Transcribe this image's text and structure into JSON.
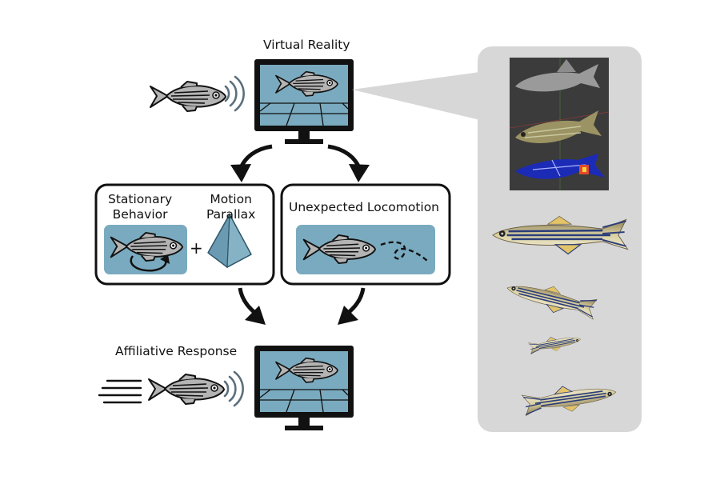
{
  "labels": {
    "virtual_reality": "Virtual Reality",
    "stationary_behavior": "Stationary\nBehavior",
    "motion_parallax": "Motion\nParallax",
    "plus": "+",
    "unexpected_locomotion": "Unexpected Locomotion",
    "affiliative_response": "Affiliative Response"
  },
  "colors": {
    "panel_blue": "#7aaabf",
    "panel_blue_light": "#9cc2d3",
    "pyramid": "#6a9bb3",
    "fish_gray": "#b4b4b4",
    "monitor": "#111111",
    "side_panel": "#d7d7d7",
    "sound_waves": "#5b6f7c"
  }
}
